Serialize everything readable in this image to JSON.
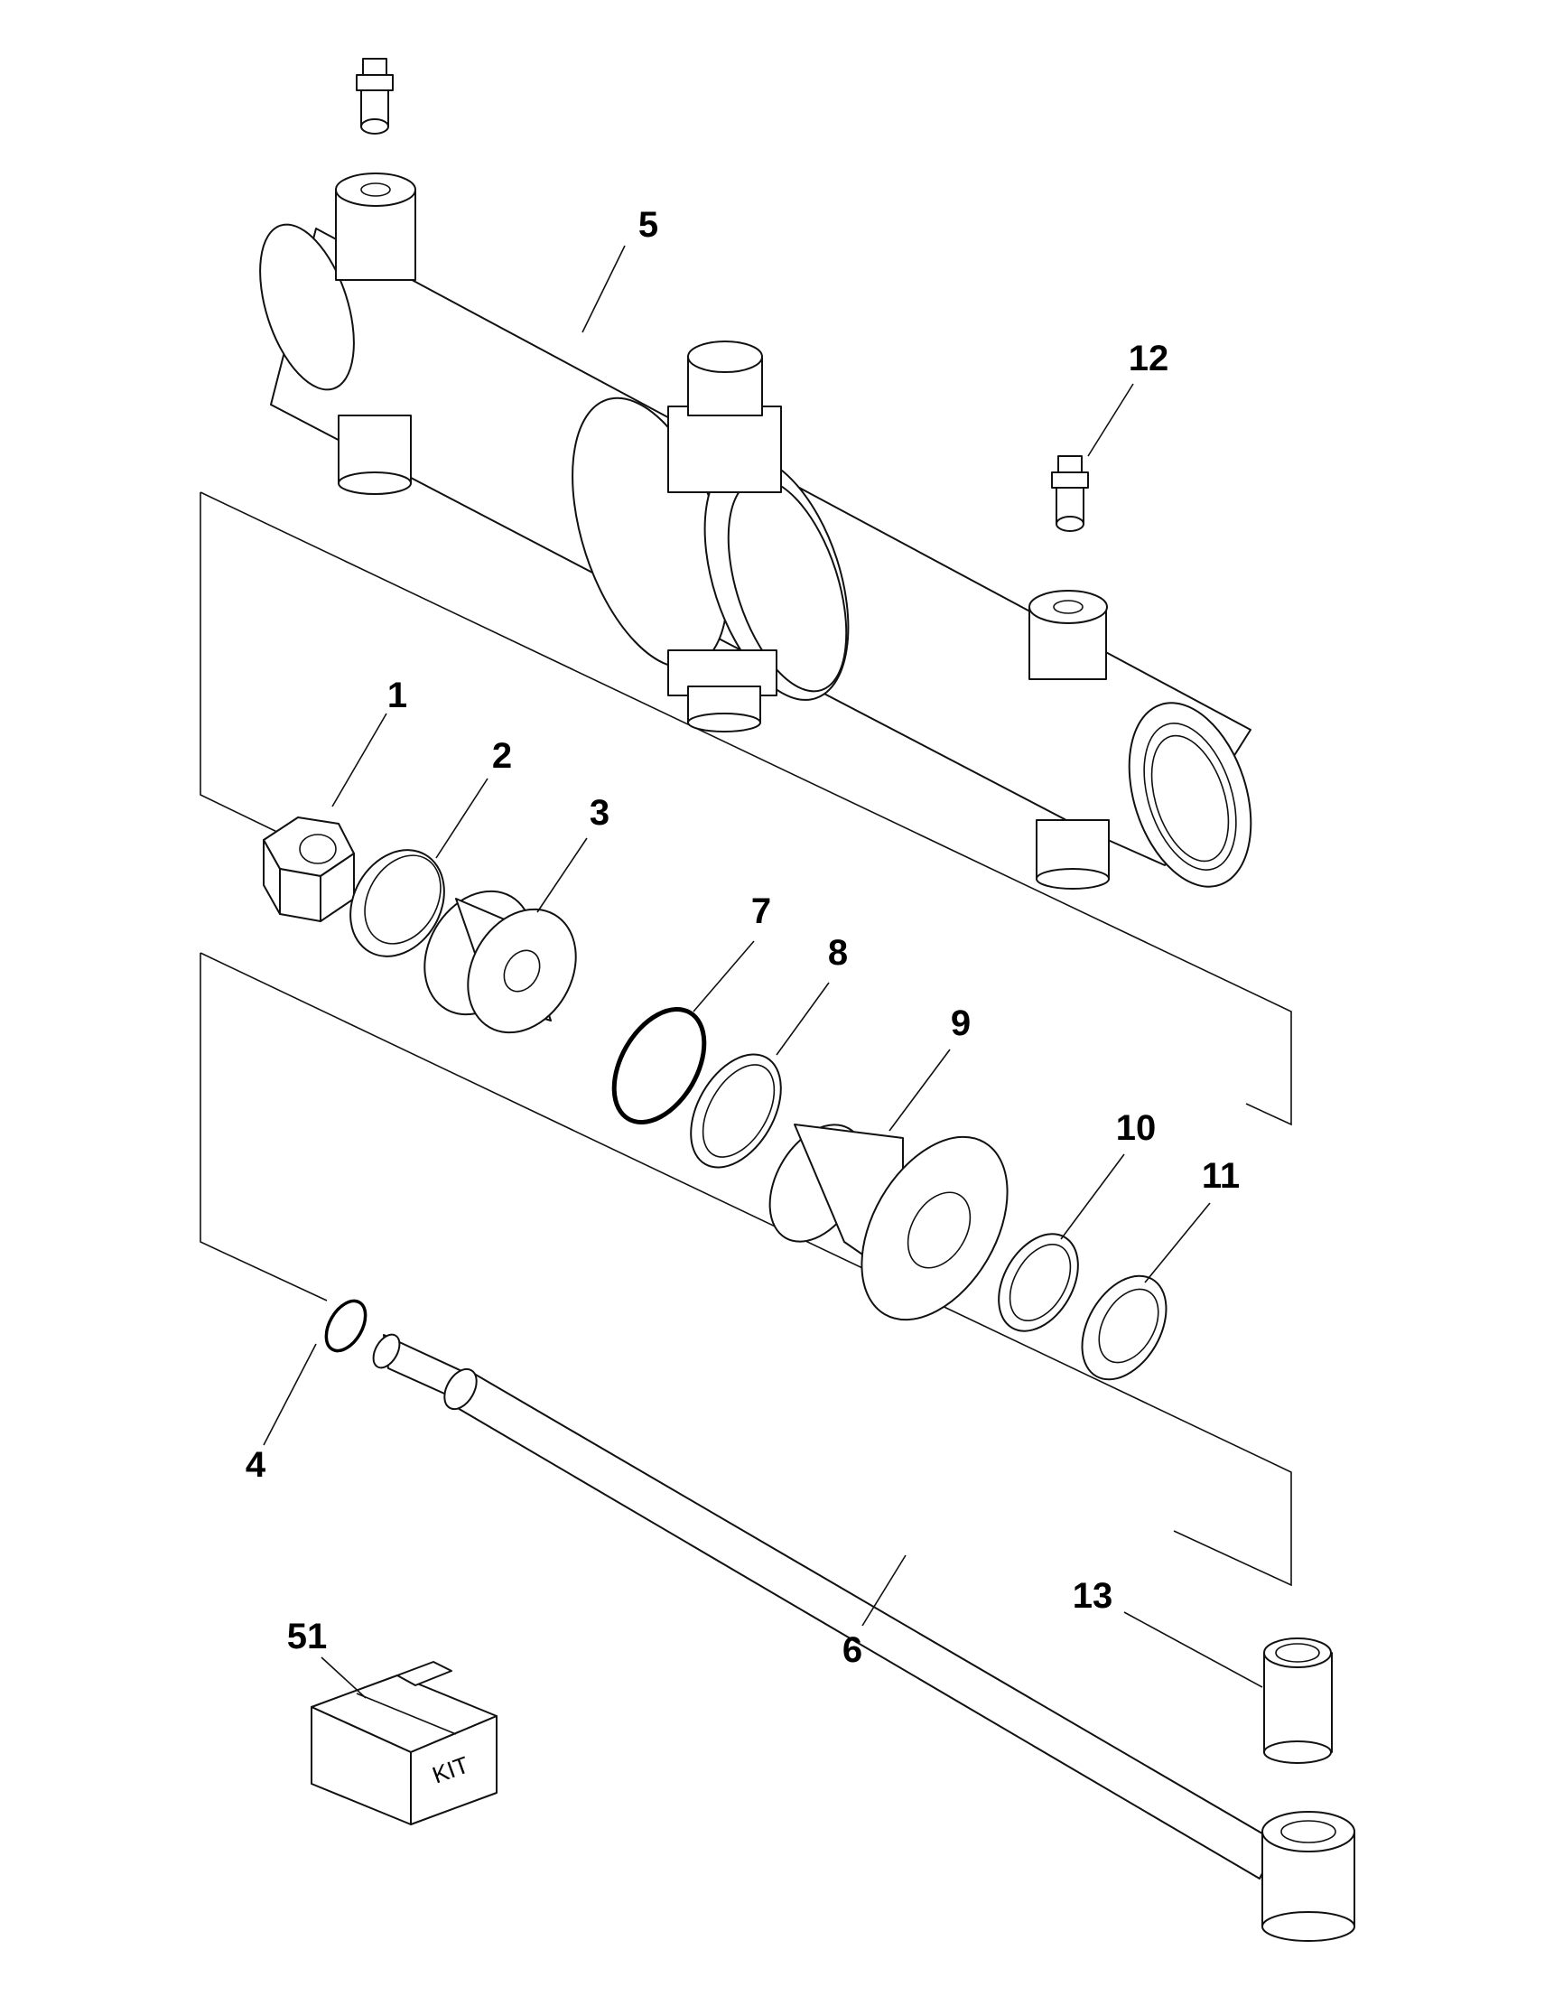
{
  "callouts": {
    "c1": "1",
    "c2": "2",
    "c3": "3",
    "c4": "4",
    "c5": "5",
    "c6": "6",
    "c7": "7",
    "c8": "8",
    "c9": "9",
    "c10": "10",
    "c11": "11",
    "c12": "12",
    "c13": "13",
    "c51": "51"
  },
  "kit_label": "KIT",
  "colors": {
    "line": "#111111",
    "background": "#ffffff"
  }
}
